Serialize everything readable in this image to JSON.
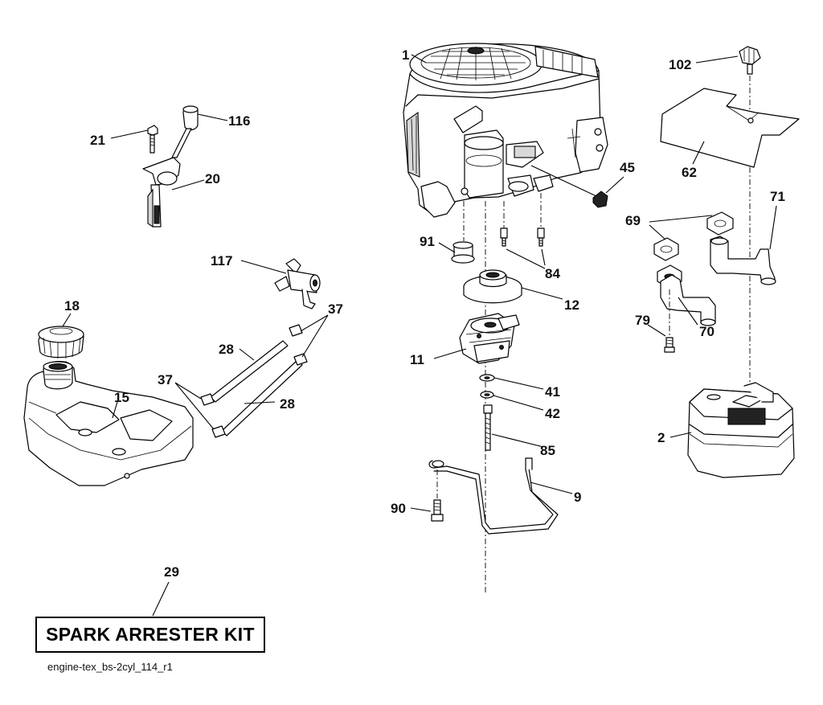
{
  "diagram": {
    "callouts": {
      "c1": "1",
      "c102": "102",
      "c116": "116",
      "c21": "21",
      "c20": "20",
      "c45": "45",
      "c62": "62",
      "c71": "71",
      "c69": "69",
      "c91": "91",
      "c84": "84",
      "c12": "12",
      "c117": "117",
      "c18": "18",
      "c37a": "37",
      "c28a": "28",
      "c79": "79",
      "c70": "70",
      "c11": "11",
      "c41": "41",
      "c15": "15",
      "c37b": "37",
      "c28b": "28",
      "c42": "42",
      "c2": "2",
      "c85": "85",
      "c9": "9",
      "c90": "90",
      "c29": "29"
    },
    "kit_label": "SPARK ARRESTER KIT",
    "file_reference": "engine-tex_bs-2cyl_114_r1"
  }
}
